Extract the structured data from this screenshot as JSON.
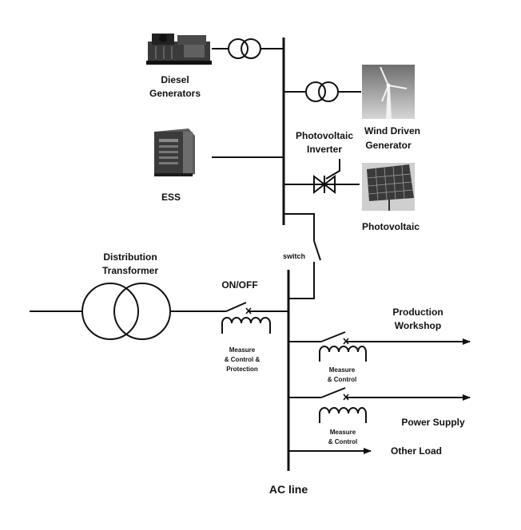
{
  "labels": {
    "diesel_1": "Diesel",
    "diesel_2": "Generators",
    "ess": "ESS",
    "pv_inverter_1": "Photovoltaic",
    "pv_inverter_2": "Inverter",
    "wind_1": "Wind Driven",
    "wind_2": "Generator",
    "photovoltaic": "Photovoltaic",
    "switch": "switch",
    "dist_1": "Distribution",
    "dist_2": "Transformer",
    "onoff": "ON/OFF",
    "mcp_1": "Measure",
    "mcp_2": "& Control &",
    "mcp_3": "Protection",
    "production_1": "Production",
    "production_2": "Workshop",
    "mc1_1": "Measure",
    "mc1_2": "& Control",
    "power_supply": "Power Supply",
    "mc2_1": "Measure",
    "mc2_2": "& Control",
    "other_load": "Other Load",
    "ac_line": "AC line"
  },
  "colors": {
    "line": "#111111",
    "background": "#ffffff"
  }
}
